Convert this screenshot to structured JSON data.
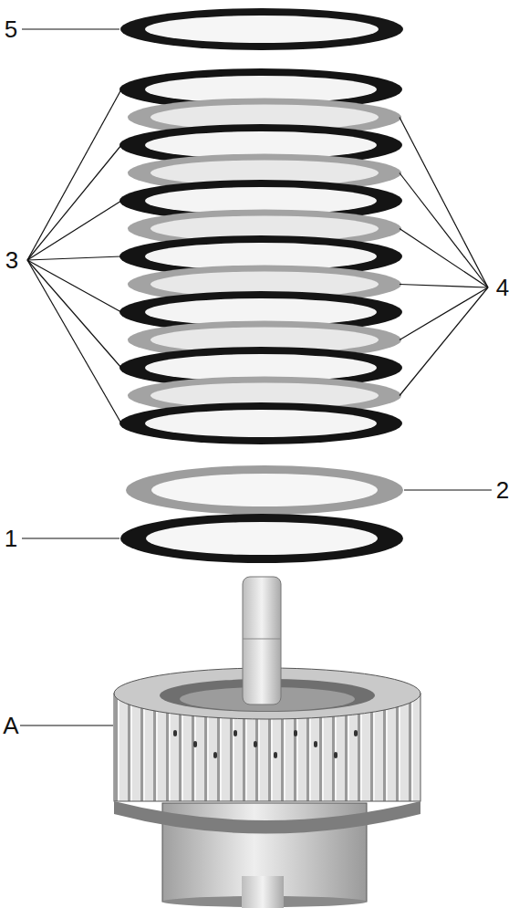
{
  "diagram": {
    "labels": [
      "5",
      "3",
      "4",
      "2",
      "1",
      "A"
    ]
  }
}
